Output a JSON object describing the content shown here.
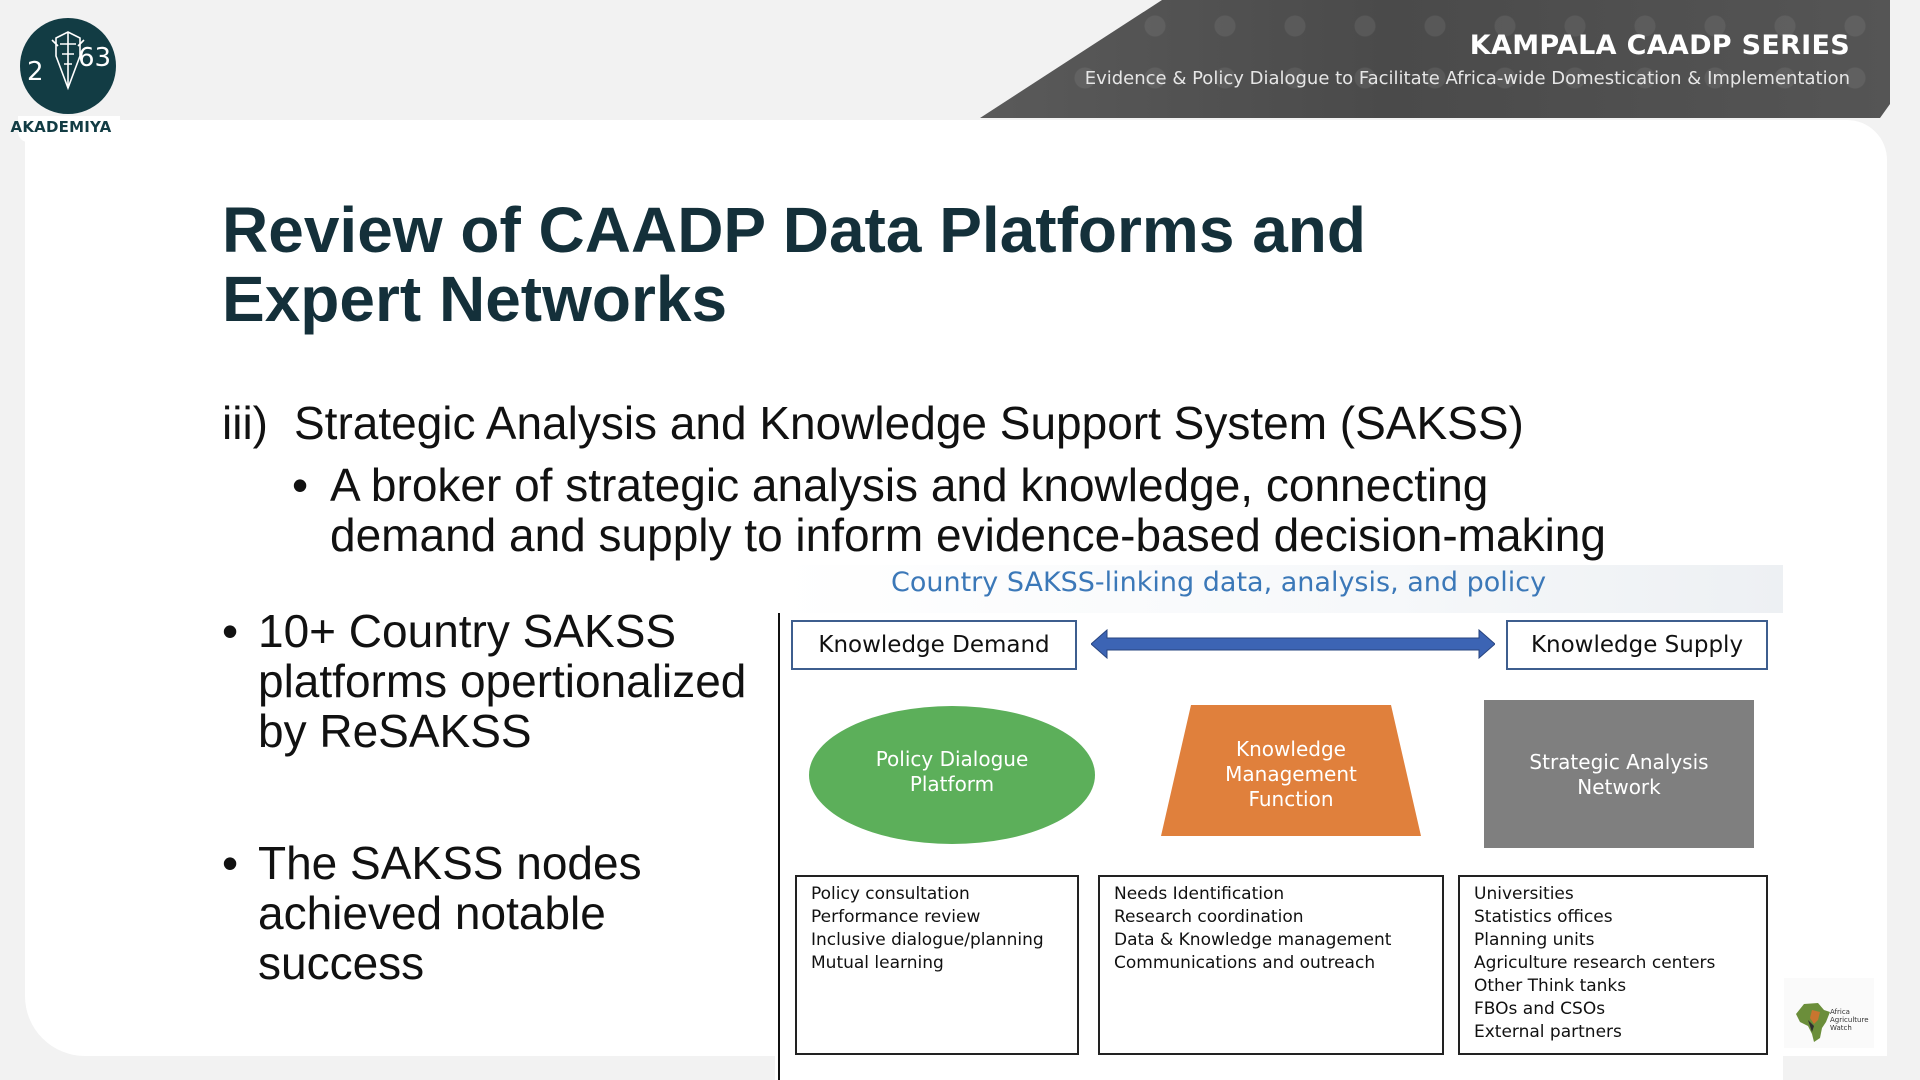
{
  "banner": {
    "title": "KAMPALA CAADP SERIES",
    "subtitle": "Evidence & Policy Dialogue to Facilitate Africa-wide Domestication & Implementation"
  },
  "logo": {
    "digits_left": "2",
    "digits_right": "63",
    "name": "AKADEMIYA"
  },
  "slide": {
    "title": "Review of CAADP Data Platforms and Expert Networks",
    "section_label": "iii)",
    "section_text": "Strategic Analysis and Knowledge Support System (SAKSS)",
    "section_bullet": "A broker of strategic analysis and knowledge, connecting demand and supply to inform evidence-based decision-making",
    "bullets": [
      "10+ Country SAKSS platforms opertionalized by ReSAKSS",
      "The SAKSS nodes achieved notable success"
    ],
    "bullet_symbol": "•"
  },
  "diagram": {
    "title": "Country SAKSS-linking data, analysis, and policy",
    "knowledge_demand": "Knowledge Demand",
    "knowledge_supply": "Knowledge Supply",
    "shapes": {
      "policy_line1": "Policy Dialogue",
      "policy_line2": "Platform",
      "km_line1": "Knowledge",
      "km_line2": "Management",
      "km_line3": "Function",
      "san_line1": "Strategic Analysis",
      "san_line2": "Network"
    },
    "colors": {
      "policy": "#5caf5a",
      "km": "#e0803c",
      "san": "#7f7f7f",
      "arrow": "#3c64b4",
      "title": "#3b78b8"
    },
    "lists": {
      "policy": [
        "Policy consultation",
        "Performance review",
        "Inclusive dialogue/planning",
        "Mutual learning"
      ],
      "km": [
        "Needs Identification",
        "Research coordination",
        "Data & Knowledge management",
        "Communications and outreach"
      ],
      "san": [
        "Universities",
        "Statistics offices",
        "Planning units",
        "Agriculture research centers",
        "Other Think tanks",
        "FBOs and CSOs",
        "External partners"
      ]
    }
  },
  "footer_logo": {
    "line1": "Africa",
    "line2": "Agriculture",
    "line3": "Watch"
  }
}
